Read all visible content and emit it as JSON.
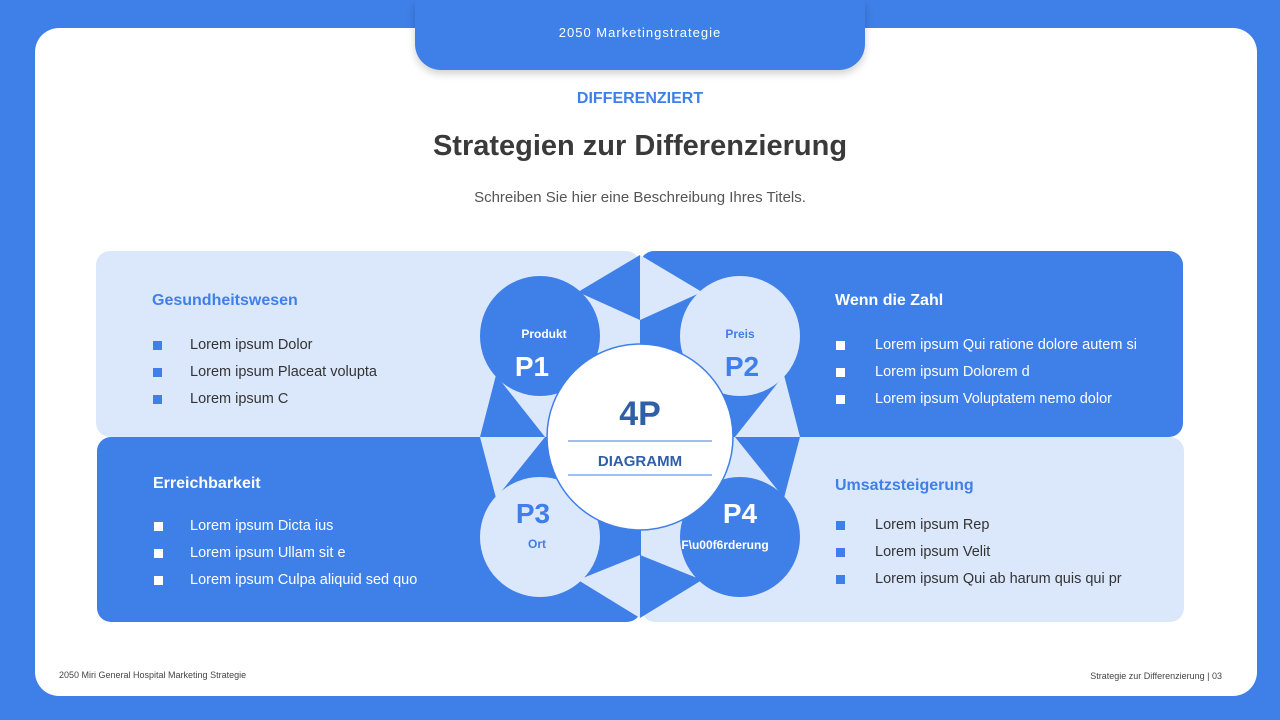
{
  "header": {
    "tab_title": "2050 Marketingstrategie"
  },
  "eyebrow": "DIFFERENZIERT",
  "title": "Strategien zur Differenzierung",
  "subtitle": "Schreiben Sie hier eine Beschreibung Ihres Titels.",
  "quadrants": {
    "q1": {
      "title": "Gesundheitswesen",
      "items": [
        "Lorem ipsum Dolor",
        "Lorem ipsum Placeat volupta",
        "Lorem ipsum C"
      ]
    },
    "q2": {
      "title": "Wenn die Zahl",
      "items": [
        "Lorem ipsum Qui ratione dolore autem si",
        "Lorem ipsum Dolorem d",
        "Lorem ipsum Voluptatem nemo dolor"
      ]
    },
    "q3": {
      "title": "Erreichbarkeit",
      "items": [
        "Lorem ipsum Dicta ius",
        "Lorem ipsum Ullam sit e",
        "Lorem ipsum Culpa aliquid sed quo"
      ]
    },
    "q4": {
      "title": "Umsatzsteigerung",
      "items": [
        "Lorem ipsum Rep",
        "Lorem ipsum Velit",
        "Lorem ipsum Qui ab harum quis qui pr"
      ]
    }
  },
  "diagram": {
    "center_big": "4P",
    "center_small": "DIAGRAMM",
    "p1": {
      "code": "P1",
      "label": "Produkt"
    },
    "p2": {
      "code": "P2",
      "label": "Preis"
    },
    "p3": {
      "code": "P3",
      "label": "Ort"
    },
    "p4": {
      "code": "P4",
      "label": "F\\u00f6rderung"
    }
  },
  "footer": {
    "left": "2050 Miri General Hospital Marketing Strategie",
    "right": "Strategie zur Differenzierung | 03"
  },
  "colors": {
    "primary": "#3f7fe8",
    "light": "#dbe8fc",
    "text": "#3a3a3a"
  }
}
